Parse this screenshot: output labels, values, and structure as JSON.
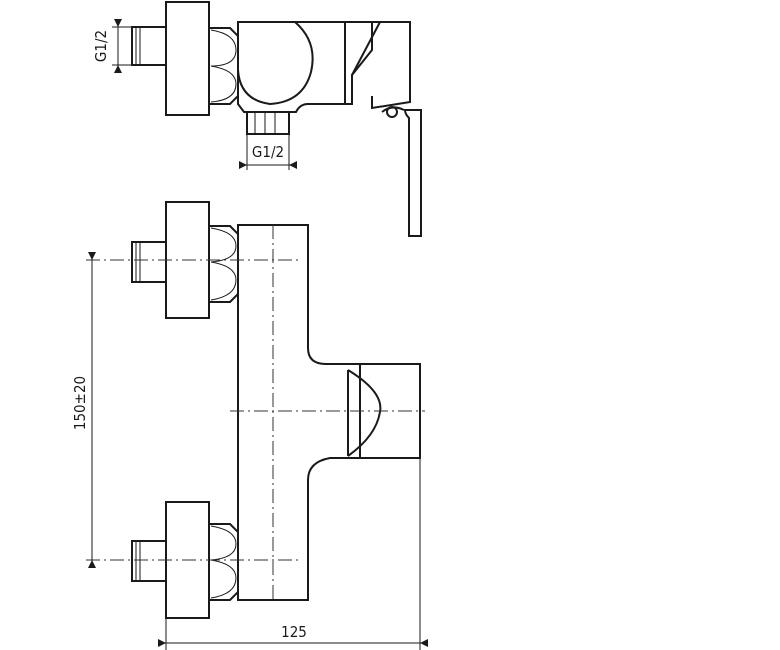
{
  "dimensions": {
    "top_inlet_thread": "G1/2",
    "outlet_thread": "G1/2",
    "centre_distance": "150±20",
    "overall_depth": "125"
  }
}
